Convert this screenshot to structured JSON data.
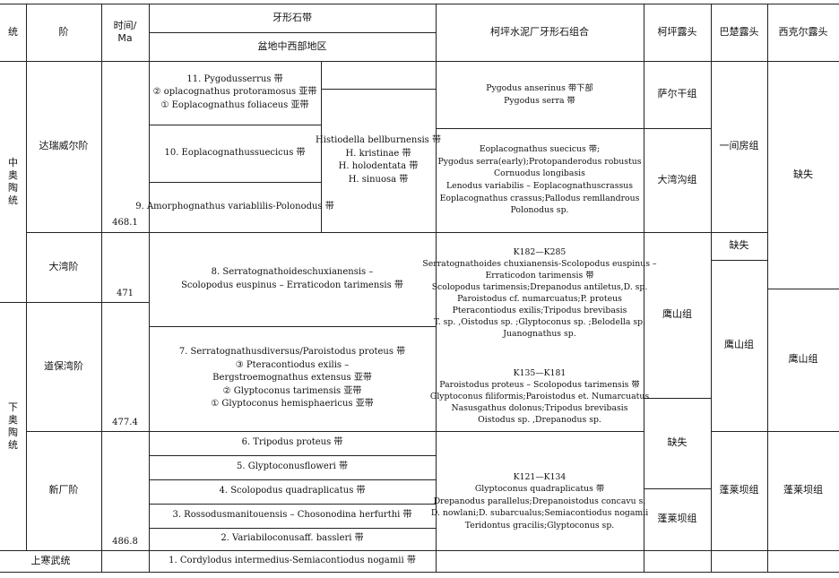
{
  "header": {
    "series": "统",
    "stage": "阶",
    "time": [
      "时间/",
      "Ma"
    ],
    "conodont_zone": "牙形石带",
    "basin_region": "盆地中西部地区",
    "keping_assemblage": "柯坪水泥厂牙形石组合",
    "keping_outcrop": "柯坪露头",
    "bachu_outcrop": "巴楚露头",
    "xikeer_outcrop": "西克尔露头"
  },
  "series_labels": {
    "middle": [
      "中",
      "奥",
      "陶",
      "统"
    ],
    "lower": [
      "下",
      "奥",
      "陶",
      "统"
    ],
    "upper_cambrian": "上寒武统"
  },
  "stages": {
    "darriwilian": "达瑞威尔阶",
    "dawan": "大湾阶",
    "daobaowan": "道保湾阶",
    "xinchang": "新厂阶"
  },
  "times": [
    "468.1",
    "471",
    "477.4",
    "486.8"
  ],
  "zones": {
    "z11": [
      "11. Pygodusserrus 带",
      "② oplacognathus protoramosus 亚带",
      "① Eoplacognathus foliaceus 亚带"
    ],
    "z10": [
      "10. Eoplacognathussuecicus 带"
    ],
    "z9": [
      "9. Amorphognathus variablilis-Polonodus 带"
    ],
    "histiodella": [
      "Histiodella bellburnensis 带",
      "H. kristinae 带",
      "H. holodentata 带",
      "H. sinuosa 带"
    ],
    "z8": [
      "8. Serratognathoideschuxianensis –",
      "Scolopodus euspinus – Erraticodon tarimensis 带"
    ],
    "z7": [
      "7. Serratognathusdiversus/Paroistodus proteus 带",
      "③ Pteracontiodus exilis –",
      "Bergstroemognathus extensus 亚带",
      "② Glyptoconus tarimensis 亚带",
      "① Glyptoconus hemisphaericus 亚带"
    ],
    "z6": "6. Tripodus proteus 带",
    "z5": "5. Glyptoconusfloweri 带",
    "z4": "4. Scolopodus quadraplicatus 带",
    "z3": "3. Rossodusmanitouensis – Chosonodina herfurthi 带",
    "z2": "2. Variabiloconusaff. bassleri 带",
    "z1": "1. Cordylodus intermedius-Semiacontiodus nogamii 带"
  },
  "assemblages": {
    "a1": [
      "Pygodus anserinus 带下部",
      "Pygodus serra 带"
    ],
    "a2": [
      "Eoplacognathus suecicus 带;",
      "Pygodus serra(early);Protopanderodus robustus",
      "Cornuodus longibasis",
      "Lenodus variabilis – Eoplacognathuscrassus",
      "Eoplacognathus crassus;Pallodus remllandrous",
      "Polonodus sp."
    ],
    "a3": [
      "K182—K285",
      "Serratognathoides chuxianensis-Scolopodus euspinus –",
      "Erraticodon tarimensis 带",
      "Scolopodus tarimensis;Drepanodus antiletus,D. sp.",
      "Paroistodus cf. numarcuatus;P. proteus",
      "Pteracontiodus exilis;Tripodus brevibasis",
      "T. sp. ,Oistodus sp. ;Glyptoconus sp. ;Belodella sp.",
      "Juanognathus sp."
    ],
    "a4": [
      "K135—K181",
      "Paroistodus proteus – Scolopodus tarimensis 带",
      "Glyptoconus filiformis;Paroistodus et. Numarcuatus",
      "Nasusgathus dolonus;Tripodus brevibasis",
      "Oistodus sp. ,Drepanodus sp."
    ],
    "a5": [
      "K121—K134",
      "Glyptoconus quadraplicatus 带",
      "Drepanodus parallelus;Drepanoistodus concavu s.",
      "D. nowlani;D. subarcualus;Semiacontiodus nogamii",
      "Teridontus gracilis;Glyptoconus sp."
    ]
  },
  "outcrops": {
    "keping": [
      "萨尔干组",
      "大湾沟组",
      "鹰山组",
      "缺失",
      "蓬莱坝组"
    ],
    "bachu": [
      "一间房组",
      "缺失",
      "鹰山组",
      "蓬莱坝组"
    ],
    "xikeer": [
      "缺失",
      "鹰山组",
      "蓬莱坝组"
    ]
  }
}
